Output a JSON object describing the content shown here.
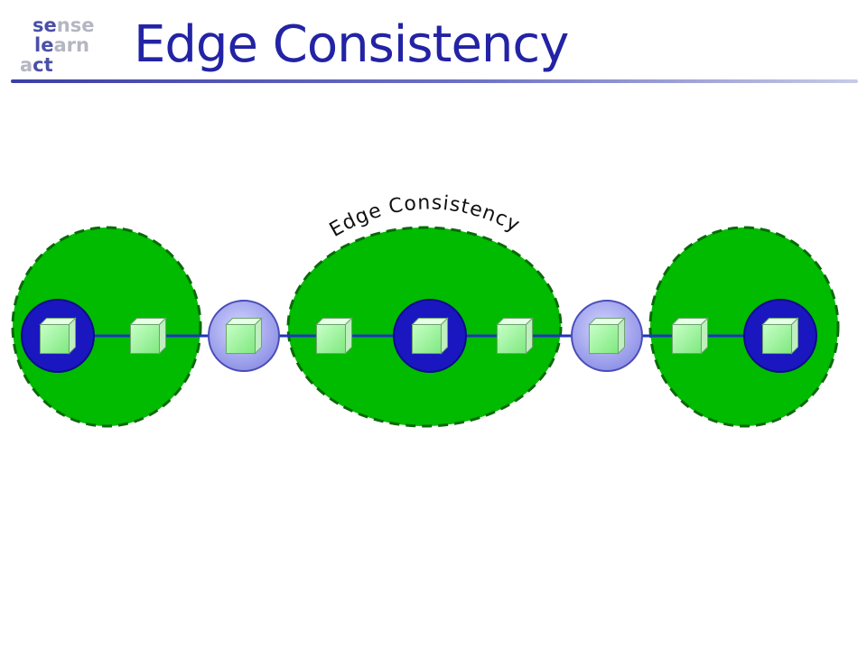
{
  "slide": {
    "title": "Edge Consistency",
    "logo": [
      {
        "dark": "se",
        "light": "nse"
      },
      {
        "dark": "le",
        "light": "arn"
      },
      {
        "dark": "a",
        "light": "ct"
      }
    ]
  },
  "diagram": {
    "region_label": "Edge Consistency",
    "colors": {
      "region_fill": "#00bb00",
      "region_border": "#0a6a0a",
      "edge": "#1f33c0",
      "dark_node": "#1a17c0",
      "light_node": "#a7a9f2",
      "cube_face": "#9bf09b",
      "title": "#2323a5"
    },
    "nodes": [
      {
        "kind": "dark-circle"
      },
      {
        "kind": "cube"
      },
      {
        "kind": "light-circle"
      },
      {
        "kind": "cube"
      },
      {
        "kind": "dark-circle"
      },
      {
        "kind": "cube"
      },
      {
        "kind": "light-circle"
      },
      {
        "kind": "cube"
      },
      {
        "kind": "dark-circle"
      }
    ]
  }
}
